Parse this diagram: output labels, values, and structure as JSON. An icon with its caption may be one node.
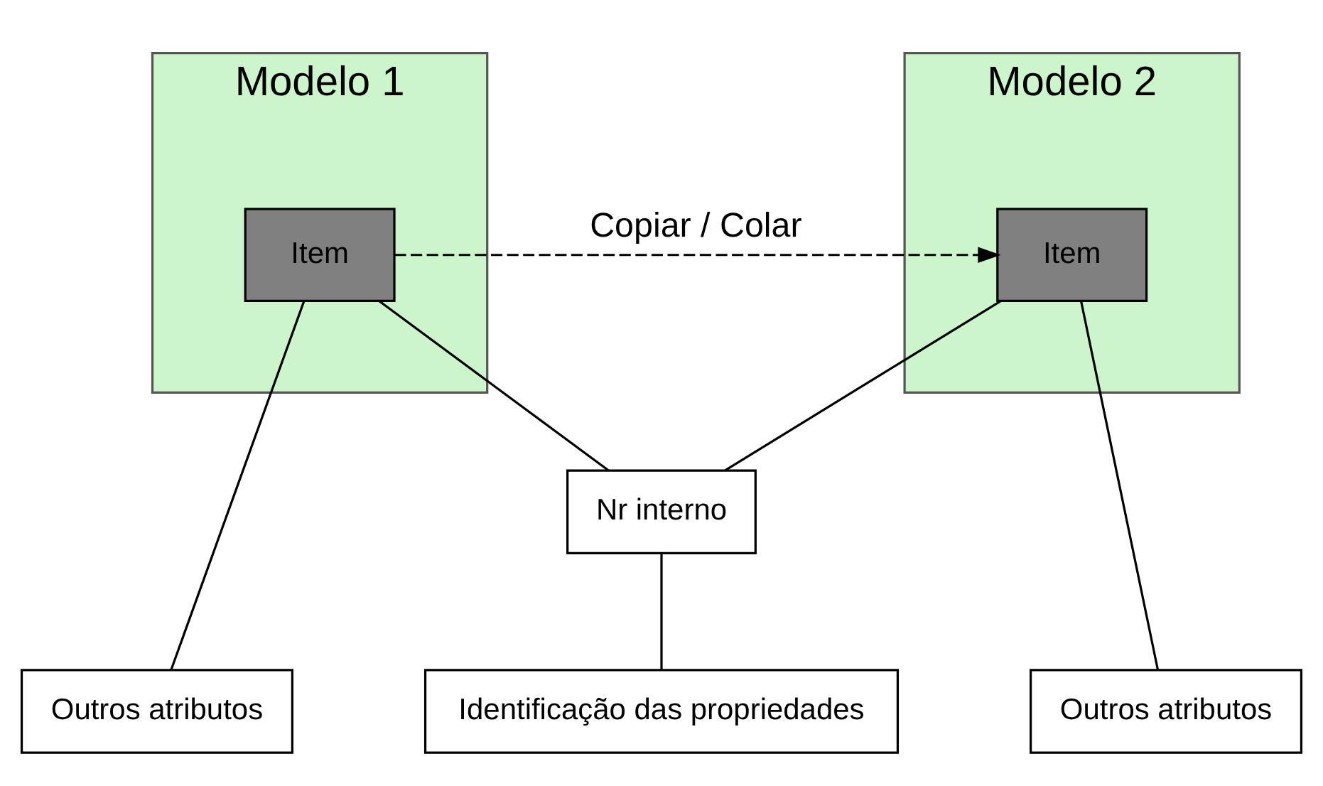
{
  "diagram": {
    "nodes": [
      {
        "text": [
          "Modelo 1"
        ]
      },
      {
        "text": [
          "Item"
        ],
        "in": 0
      },
      {
        "text": [
          "Modelo 2"
        ]
      },
      {
        "text": [
          "Item"
        ],
        "in": 2
      },
      {
        "text": [
          "Nr interno"
        ]
      },
      {
        "text": [
          "Outros atributos"
        ]
      },
      {
        "text": [
          "Identificação das propriedades"
        ]
      },
      {
        "text": [
          "Outros atributos"
        ]
      }
    ],
    "edges": [
      {
        "from": 1,
        "to": 3,
        "arrow": "to",
        "label": "Copiar / Colar",
        "style": "dashed"
      },
      {
        "from": 1,
        "to": 4,
        "arrow": "none"
      },
      {
        "from": 3,
        "to": 4,
        "arrow": "none"
      },
      {
        "from": 1,
        "to": 5,
        "arrow": "none"
      },
      {
        "from": 4,
        "to": 6,
        "arrow": "none"
      },
      {
        "from": 3,
        "to": 7,
        "arrow": "none"
      }
    ]
  }
}
